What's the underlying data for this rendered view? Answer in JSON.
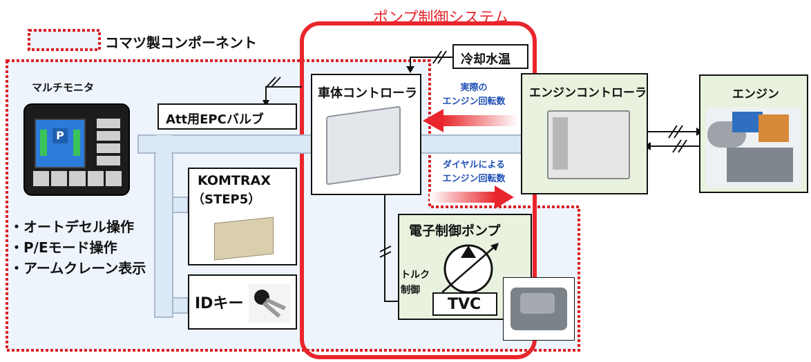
{
  "legend": {
    "label": "コマツ製コンポーネント"
  },
  "pump_system": {
    "title": "ポンプ制御システム"
  },
  "monitor": {
    "title": "マルチモニタ",
    "screen_letter": "P"
  },
  "operations": [
    "・オートデセル操作",
    "・P/Eモード操作",
    "・アームクレーン表示"
  ],
  "att_valve": {
    "label": "Att用EPCバルブ"
  },
  "komtrax": {
    "line1": "KOMTRAX",
    "line2": "（STEP5）"
  },
  "id_key": {
    "label": "IDキー"
  },
  "vehicle_controller": {
    "label": "車体コントローラ"
  },
  "coolant": {
    "label": "冷却水温"
  },
  "signals": {
    "actual_rpm_line1": "実際の",
    "actual_rpm_line2": "エンジン回転数",
    "dial_rpm_line1": "ダイヤルによる",
    "dial_rpm_line2": "エンジン回転数"
  },
  "engine_controller": {
    "label": "エンジンコントローラ"
  },
  "engine": {
    "label": "エンジン"
  },
  "pump": {
    "title": "電子制御ポンプ",
    "torque_line1": "トルク",
    "torque_line2": "制御",
    "tvc": "TVC"
  },
  "colors": {
    "red": "#e8262c",
    "dotted_red": "#d81f26",
    "pipe_fill": "#dbe8f6",
    "pipe_stroke": "#a9b9cc",
    "region_bg": "#eef4fb",
    "green_bg": "#e8f2de",
    "blue_text": "#1f4fb5"
  }
}
